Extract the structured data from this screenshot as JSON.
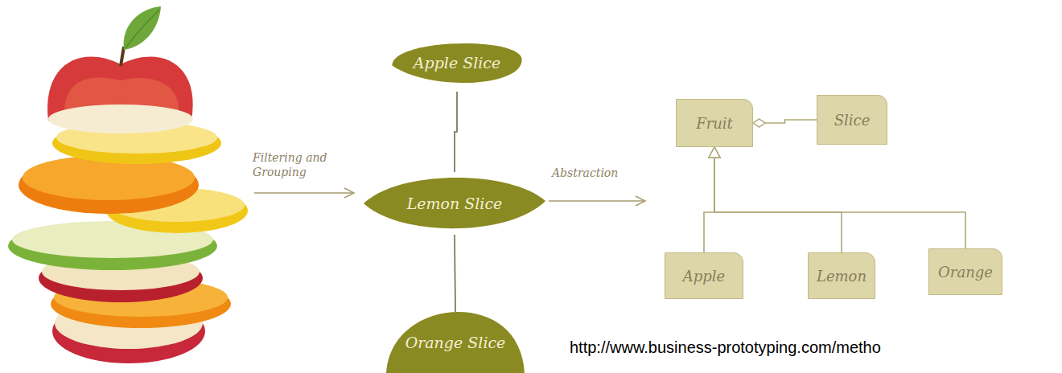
{
  "diagram": {
    "nodes": [
      {
        "text": [
          "Apple Slice"
        ]
      },
      {
        "text": [
          "Lemon Slice"
        ]
      },
      {
        "text": [
          "Orange Slice"
        ]
      },
      {
        "text": [
          "Fruit"
        ]
      },
      {
        "text": [
          "Slice"
        ]
      },
      {
        "text": [
          "Apple"
        ]
      },
      {
        "text": [
          "Lemon"
        ]
      },
      {
        "text": [
          "Orange"
        ]
      }
    ],
    "edges": [
      {
        "from": 0,
        "to": 1,
        "arrow": "none"
      },
      {
        "from": 1,
        "to": 2,
        "arrow": "none"
      },
      {
        "from": 4,
        "to": 3,
        "arrow": "to"
      },
      {
        "from": 5,
        "to": 3,
        "arrow": "to"
      },
      {
        "from": 6,
        "to": 3,
        "arrow": "to"
      },
      {
        "from": 7,
        "to": 3,
        "arrow": "to"
      }
    ],
    "labels": [
      "Filtering and Grouping",
      "Abstraction",
      "http://www.business-prototyping.com/metho"
    ]
  }
}
